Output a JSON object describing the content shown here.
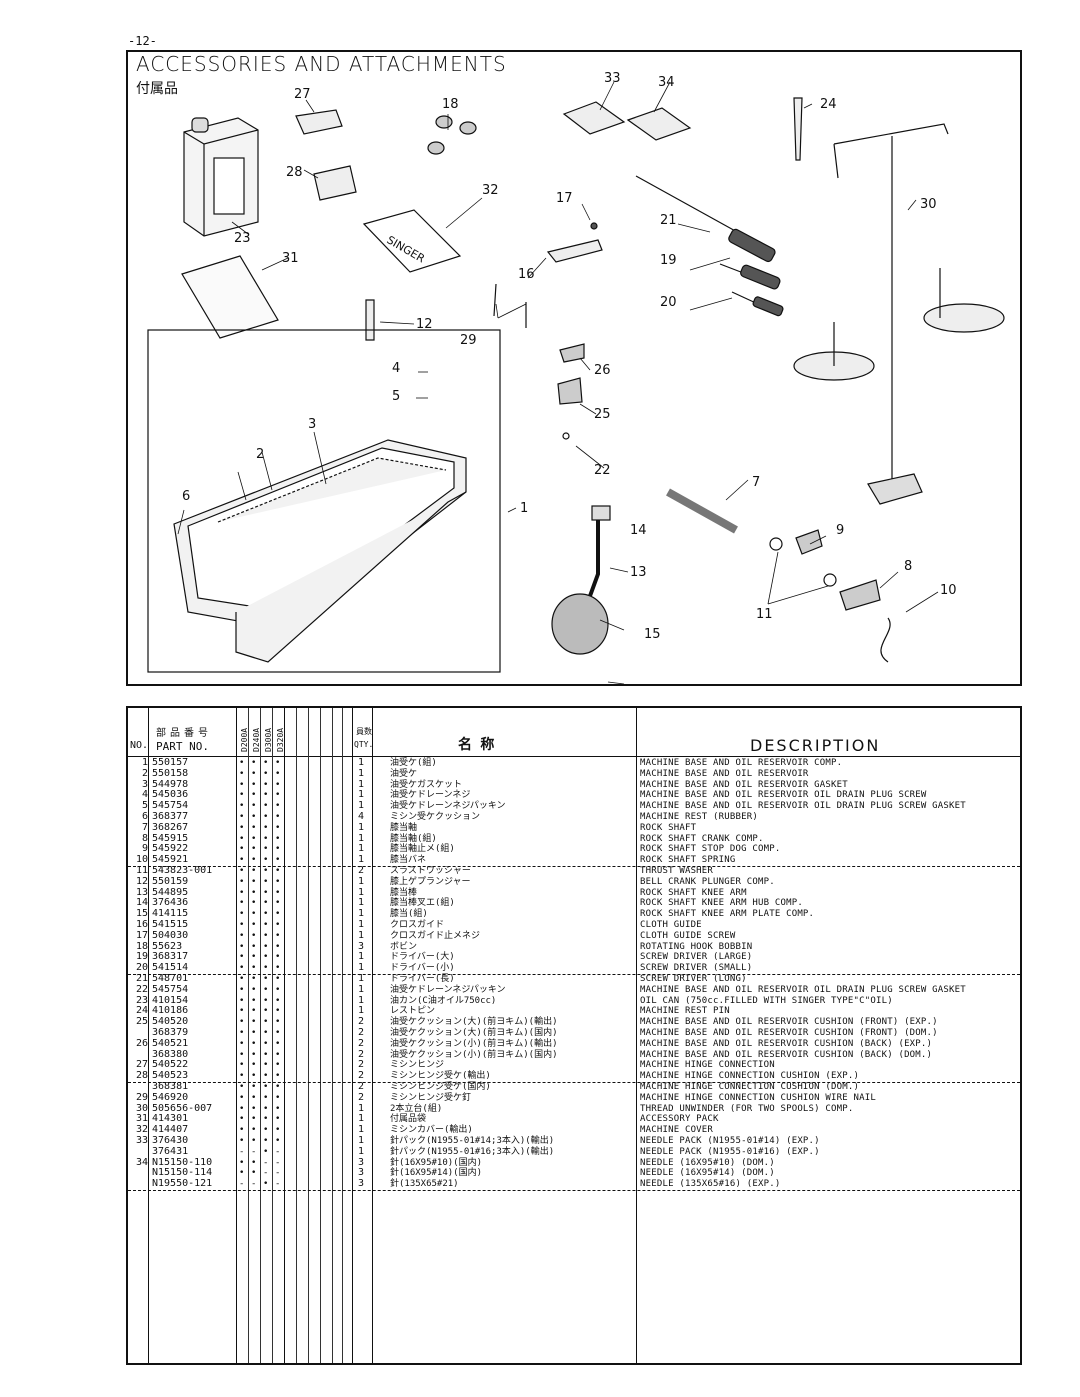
{
  "page": {
    "number": "-12-"
  },
  "header": {
    "title": "ACCESSORIES AND ATTACHMENTS",
    "subtitle_jp": "付属品"
  },
  "callouts": [
    "1",
    "2",
    "3",
    "4",
    "5",
    "6",
    "7",
    "8",
    "9",
    "10",
    "11",
    "12",
    "13",
    "14",
    "15",
    "16",
    "17",
    "18",
    "19",
    "20",
    "21",
    "22",
    "23",
    "24",
    "25",
    "26",
    "27",
    "28",
    "29",
    "30",
    "31",
    "32",
    "33",
    "34"
  ],
  "figure_labels": {
    "singer_card": "SINGER"
  },
  "table": {
    "headers": {
      "no": "NO.",
      "part_jp": "部品番号",
      "part": "PART NO.",
      "models": [
        "D200A",
        "D240A",
        "D300A",
        "D320A"
      ],
      "qty_jp": "員数",
      "qty": "QTY.",
      "name_jp": "名 称",
      "description": "DESCRIPTION"
    },
    "rows": [
      {
        "no": "1",
        "part": "550157",
        "marks": [
          "•",
          "•",
          "•",
          "•"
        ],
        "qty": "1",
        "name": "油受ケ(組)",
        "desc": "MACHINE BASE AND OIL RESERVOIR COMP."
      },
      {
        "no": "2",
        "part": "550158",
        "marks": [
          "•",
          "•",
          "•",
          "•"
        ],
        "qty": "1",
        "name": "油受ケ",
        "desc": "MACHINE BASE AND OIL RESERVOIR"
      },
      {
        "no": "3",
        "part": "544978",
        "marks": [
          "•",
          "•",
          "•",
          "•"
        ],
        "qty": "1",
        "name": "油受ケガスケット",
        "desc": "MACHINE BASE AND OIL RESERVOIR GASKET"
      },
      {
        "no": "4",
        "part": "545036",
        "marks": [
          "•",
          "•",
          "•",
          "•"
        ],
        "qty": "1",
        "name": "油受ケドレーンネジ",
        "desc": "MACHINE BASE AND OIL RESERVOIR OIL DRAIN PLUG SCREW"
      },
      {
        "no": "5",
        "part": "545754",
        "marks": [
          "•",
          "•",
          "•",
          "•"
        ],
        "qty": "1",
        "name": "油受ケドレーンネジパッキン",
        "desc": "MACHINE BASE AND OIL RESERVOIR OIL DRAIN PLUG SCREW GASKET"
      },
      {
        "no": "6",
        "part": "368377",
        "marks": [
          "•",
          "•",
          "•",
          "•"
        ],
        "qty": "4",
        "name": "ミシン受ケクッション",
        "desc": "MACHINE REST (RUBBER)"
      },
      {
        "no": "7",
        "part": "368267",
        "marks": [
          "•",
          "•",
          "•",
          "•"
        ],
        "qty": "1",
        "name": "膝当軸",
        "desc": "ROCK SHAFT"
      },
      {
        "no": "8",
        "part": "545915",
        "marks": [
          "•",
          "•",
          "•",
          "•"
        ],
        "qty": "1",
        "name": "膝当軸(組)",
        "desc": "ROCK SHAFT CRANK COMP."
      },
      {
        "no": "9",
        "part": "545922",
        "marks": [
          "•",
          "•",
          "•",
          "•"
        ],
        "qty": "1",
        "name": "膝当軸止メ(組)",
        "desc": "ROCK SHAFT STOP DOG COMP."
      },
      {
        "no": "10",
        "part": "545921",
        "marks": [
          "•",
          "•",
          "•",
          "•"
        ],
        "qty": "1",
        "name": "膝当バネ",
        "desc": "ROCK SHAFT SPRING",
        "dash": true
      },
      {
        "no": "11",
        "part": "543823-001",
        "marks": [
          "•",
          "•",
          "•",
          "•"
        ],
        "qty": "2",
        "name": "スラストワッシャー",
        "desc": "THRUST WASHER"
      },
      {
        "no": "12",
        "part": "550159",
        "marks": [
          "•",
          "•",
          "•",
          "•"
        ],
        "qty": "1",
        "name": "膝上ゲプランジャー",
        "desc": "BELL CRANK PLUNGER COMP."
      },
      {
        "no": "13",
        "part": "544895",
        "marks": [
          "•",
          "•",
          "•",
          "•"
        ],
        "qty": "1",
        "name": "膝当棒",
        "desc": "ROCK SHAFT KNEE ARM"
      },
      {
        "no": "14",
        "part": "376436",
        "marks": [
          "•",
          "•",
          "•",
          "•"
        ],
        "qty": "1",
        "name": "膝当棒叉エ(組)",
        "desc": "ROCK SHAFT KNEE ARM HUB COMP."
      },
      {
        "no": "15",
        "part": "414115",
        "marks": [
          "•",
          "•",
          "•",
          "•"
        ],
        "qty": "1",
        "name": "膝当(組)",
        "desc": "ROCK SHAFT KNEE ARM PLATE COMP."
      },
      {
        "no": "16",
        "part": "541515",
        "marks": [
          "•",
          "•",
          "•",
          "•"
        ],
        "qty": "1",
        "name": "クロスガイド",
        "desc": "CLOTH GUIDE"
      },
      {
        "no": "17",
        "part": "504030",
        "marks": [
          "•",
          "•",
          "•",
          "•"
        ],
        "qty": "1",
        "name": "クロスガイド止メネジ",
        "desc": "CLOTH GUIDE SCREW"
      },
      {
        "no": "18",
        "part": "55623",
        "marks": [
          "•",
          "•",
          "•",
          "•"
        ],
        "qty": "3",
        "name": "ボビン",
        "desc": "ROTATING HOOK BOBBIN"
      },
      {
        "no": "19",
        "part": "368317",
        "marks": [
          "•",
          "•",
          "•",
          "•"
        ],
        "qty": "1",
        "name": "ドライバー(大)",
        "desc": "SCREW DRIVER (LARGE)"
      },
      {
        "no": "20",
        "part": "541514",
        "marks": [
          "•",
          "•",
          "•",
          "•"
        ],
        "qty": "1",
        "name": "ドライバー(小)",
        "desc": "SCREW DRIVER (SMALL)",
        "dash": true
      },
      {
        "no": "21",
        "part": "548701",
        "marks": [
          "•",
          "•",
          "•",
          "•"
        ],
        "qty": "1",
        "name": "ドライバー(長)",
        "desc": "SCREW DRIVER (LONG)"
      },
      {
        "no": "22",
        "part": "545754",
        "marks": [
          "•",
          "•",
          "•",
          "•"
        ],
        "qty": "1",
        "name": "油受ケドレーンネジパッキン",
        "desc": "MACHINE BASE AND OIL RESERVOIR OIL DRAIN PLUG SCREW GASKET"
      },
      {
        "no": "23",
        "part": "410154",
        "marks": [
          "•",
          "•",
          "•",
          "•"
        ],
        "qty": "1",
        "name": "油カン(C油オイル750cc)",
        "desc": "OIL CAN (750cc.FILLED WITH SINGER TYPE\"C\"OIL)"
      },
      {
        "no": "24",
        "part": "410186",
        "marks": [
          "•",
          "•",
          "•",
          "•"
        ],
        "qty": "1",
        "name": "レストピン",
        "desc": "MACHINE REST PIN"
      },
      {
        "no": "25",
        "part": "540520",
        "marks": [
          "•",
          "•",
          "•",
          "•"
        ],
        "qty": "2",
        "name": "油受ケクッション(大)(前ヨキム)(輸出)",
        "desc": "MACHINE BASE AND OIL RESERVOIR CUSHION (FRONT) (EXP.)"
      },
      {
        "no": "",
        "part": "368379",
        "marks": [
          "•",
          "•",
          "•",
          "•"
        ],
        "qty": "2",
        "name": "油受ケクッション(大)(前ヨキム)(国内)",
        "desc": "MACHINE BASE AND OIL RESERVOIR CUSHION (FRONT) (DOM.)"
      },
      {
        "no": "26",
        "part": "540521",
        "marks": [
          "•",
          "•",
          "•",
          "•"
        ],
        "qty": "2",
        "name": "油受ケクッション(小)(前ヨキム)(輸出)",
        "desc": "MACHINE BASE AND OIL RESERVOIR CUSHION (BACK) (EXP.)"
      },
      {
        "no": "",
        "part": "368380",
        "marks": [
          "•",
          "•",
          "•",
          "•"
        ],
        "qty": "2",
        "name": "油受ケクッション(小)(前ヨキム)(国内)",
        "desc": "MACHINE BASE AND OIL RESERVOIR CUSHION (BACK) (DOM.)"
      },
      {
        "no": "27",
        "part": "540522",
        "marks": [
          "•",
          "•",
          "•",
          "•"
        ],
        "qty": "2",
        "name": "ミシンヒンジ",
        "desc": "MACHINE HINGE CONNECTION"
      },
      {
        "no": "28",
        "part": "540523",
        "marks": [
          "•",
          "•",
          "•",
          "•"
        ],
        "qty": "2",
        "name": "ミシンヒンジ受ケ(輸出)",
        "desc": "MACHINE HINGE CONNECTION CUSHION (EXP.)",
        "dash": true
      },
      {
        "no": "",
        "part": "368381",
        "marks": [
          "•",
          "•",
          "•",
          "•"
        ],
        "qty": "2",
        "name": "ミシンヒンジ受ケ(国内)",
        "desc": "MACHINE HINGE CONNECTION CUSHION (DOM.)"
      },
      {
        "no": "29",
        "part": "546920",
        "marks": [
          "•",
          "•",
          "•",
          "•"
        ],
        "qty": "2",
        "name": "ミシンヒンジ受ケ釘",
        "desc": "MACHINE HINGE CONNECTION CUSHION WIRE NAIL"
      },
      {
        "no": "30",
        "part": "505656-007",
        "marks": [
          "•",
          "•",
          "•",
          "•"
        ],
        "qty": "1",
        "name": "2本立台(組)",
        "desc": "THREAD UNWINDER (FOR TWO SPOOLS) COMP."
      },
      {
        "no": "31",
        "part": "414301",
        "marks": [
          "•",
          "•",
          "•",
          "•"
        ],
        "qty": "1",
        "name": "付属品袋",
        "desc": "ACCESSORY PACK"
      },
      {
        "no": "32",
        "part": "414407",
        "marks": [
          "•",
          "•",
          "•",
          "•"
        ],
        "qty": "1",
        "name": "ミシンカバー(輸出)",
        "desc": "MACHINE COVER"
      },
      {
        "no": "33",
        "part": "376430",
        "marks": [
          "•",
          "•",
          "•",
          "•"
        ],
        "qty": "1",
        "name": "針パック(N1955-01#14;3本入)(輸出)",
        "desc": "NEEDLE PACK (N1955-01#14) (EXP.)"
      },
      {
        "no": "",
        "part": "376431",
        "marks": [
          "-",
          "-",
          "•",
          "-"
        ],
        "qty": "1",
        "name": "針パック(N1955-01#16;3本入)(輸出)",
        "desc": "NEEDLE PACK (N1955-01#16) (EXP.)"
      },
      {
        "no": "34",
        "part": "N15150-110",
        "marks": [
          "•",
          "•",
          "-",
          "-"
        ],
        "qty": "3",
        "name": "針(16X95#10)(国内)",
        "desc": "NEEDLE (16X95#10) (DOM.)"
      },
      {
        "no": "",
        "part": "N15150-114",
        "marks": [
          "•",
          "•",
          "-",
          "-"
        ],
        "qty": "3",
        "name": "針(16X95#14)(国内)",
        "desc": "NEEDLE (16X95#14) (DOM.)"
      },
      {
        "no": "",
        "part": "N19550-121",
        "marks": [
          "-",
          "-",
          "•",
          "-"
        ],
        "qty": "3",
        "name": "針(135X65#21)",
        "desc": "NEEDLE (135X65#16) (EXP.)",
        "dash": true
      }
    ]
  }
}
